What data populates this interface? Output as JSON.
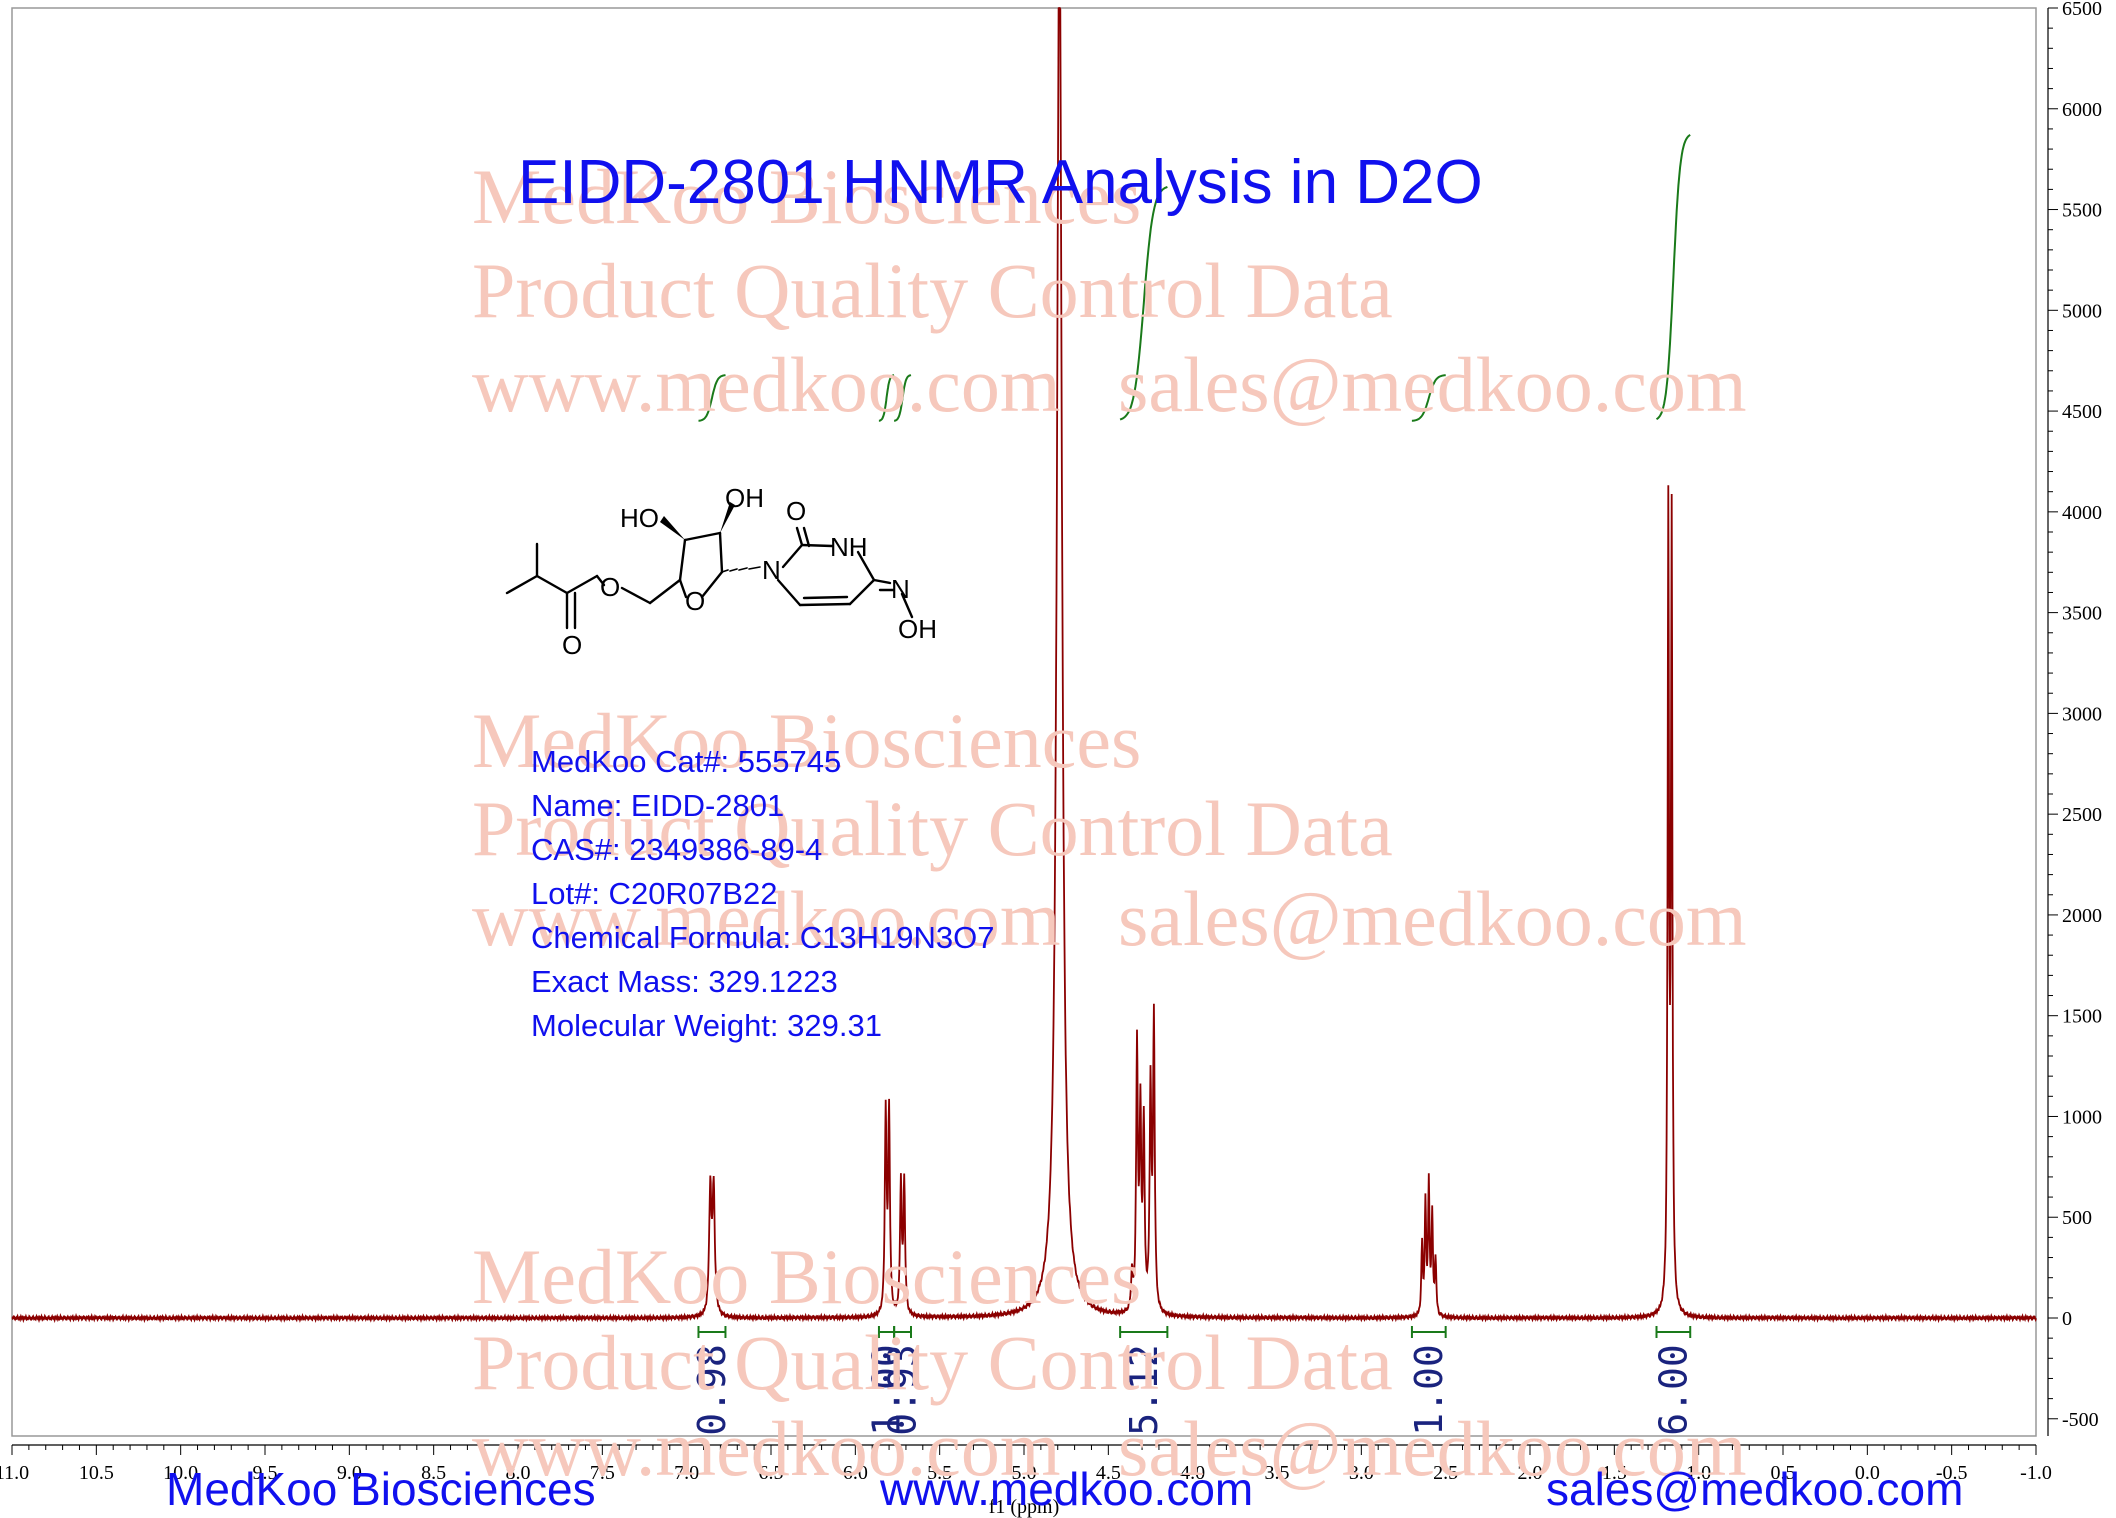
{
  "watermark": {
    "company": "MedKoo Biosciences",
    "subtitle": "Product Quality Control Data",
    "website": "www.medkoo.com",
    "email": "sales@medkoo.com"
  },
  "title": "EIDD-2801 HNMR Analysis in D2O",
  "info": [
    "MedKoo Cat#: 555745",
    "Name: EIDD-2801",
    "CAS#: 2349386-89-4",
    "Lot#: C20R07B22",
    "Chemical Formula: C13H19N3O7",
    "Exact Mass: 329.1223",
    "Molecular Weight: 329.31"
  ],
  "structure_labels": {
    "ho": "HO",
    "oh_top": "OH",
    "o_ring": "O",
    "o_ester": "O",
    "o_carbonyl": "O",
    "o_urea": "O",
    "nh": "NH",
    "n1": "N",
    "n_oxime": "N",
    "oh_oxime": "OH"
  },
  "footer": {
    "company": "MedKoo Biosciences",
    "website": "www.medkoo.com",
    "email": "sales@medkoo.com"
  },
  "colors": {
    "spectrum": "#8b0000",
    "integral": "#1a7a1a",
    "title": "#1010ee",
    "watermark": "#f6c8bc",
    "integral_label": "#1a237e"
  },
  "chart_data": {
    "type": "line",
    "xlabel": "f1 (ppm)",
    "xlim": [
      11.0,
      -1.0
    ],
    "ylim": [
      -500,
      6500
    ],
    "x_ticks": [
      "11.0",
      "10.5",
      "10.0",
      "9.5",
      "9.0",
      "8.5",
      "8.0",
      "7.5",
      "7.0",
      "6.5",
      "6.0",
      "5.5",
      "5.0",
      "4.5",
      "4.0",
      "3.5",
      "3.0",
      "2.5",
      "2.0",
      "1.5",
      "1.0",
      "0.5",
      "0.0",
      "-0.5",
      "-1.0"
    ],
    "y_ticks": [
      "-500",
      "0",
      "500",
      "1000",
      "1500",
      "2000",
      "2500",
      "3000",
      "3500",
      "4000",
      "4500",
      "5000",
      "5500",
      "6000",
      "6500"
    ],
    "peaks": [
      {
        "shift": 6.86,
        "height": 620,
        "width": 0.008
      },
      {
        "shift": 6.84,
        "height": 620,
        "width": 0.008
      },
      {
        "shift": 5.82,
        "height": 1000,
        "width": 0.006
      },
      {
        "shift": 5.8,
        "height": 1000,
        "width": 0.006
      },
      {
        "shift": 5.73,
        "height": 650,
        "width": 0.006
      },
      {
        "shift": 5.71,
        "height": 650,
        "width": 0.006
      },
      {
        "shift": 4.79,
        "height": 7000,
        "width": 0.018
      },
      {
        "shift": 4.36,
        "height": 180,
        "width": 0.006
      },
      {
        "shift": 4.33,
        "height": 1300,
        "width": 0.006
      },
      {
        "shift": 4.31,
        "height": 950,
        "width": 0.006
      },
      {
        "shift": 4.29,
        "height": 900,
        "width": 0.006
      },
      {
        "shift": 4.25,
        "height": 1100,
        "width": 0.006
      },
      {
        "shift": 4.23,
        "height": 1450,
        "width": 0.006
      },
      {
        "shift": 2.64,
        "height": 350,
        "width": 0.005
      },
      {
        "shift": 2.62,
        "height": 550,
        "width": 0.005
      },
      {
        "shift": 2.6,
        "height": 650,
        "width": 0.005
      },
      {
        "shift": 2.58,
        "height": 500,
        "width": 0.005
      },
      {
        "shift": 2.56,
        "height": 280,
        "width": 0.005
      },
      {
        "shift": 1.18,
        "height": 3900,
        "width": 0.005
      },
      {
        "shift": 1.16,
        "height": 3850,
        "width": 0.005
      }
    ],
    "integrals": [
      {
        "label": "0.98",
        "from": 6.93,
        "to": 6.77,
        "curve_start": 4450,
        "curve_end": 4680
      },
      {
        "label": "1.00",
        "from": 5.86,
        "to": 5.77,
        "curve_start": 4450,
        "curve_end": 4680
      },
      {
        "label": "0.93",
        "from": 5.77,
        "to": 5.67,
        "curve_start": 4450,
        "curve_end": 4680
      },
      {
        "label": "5.12",
        "from": 4.43,
        "to": 4.15,
        "curve_start": 4450,
        "curve_end": 5620
      },
      {
        "label": "1.00",
        "from": 2.7,
        "to": 2.5,
        "curve_start": 4450,
        "curve_end": 4680
      },
      {
        "label": "6.00",
        "from": 1.25,
        "to": 1.05,
        "curve_start": 4450,
        "curve_end": 5880
      }
    ]
  }
}
